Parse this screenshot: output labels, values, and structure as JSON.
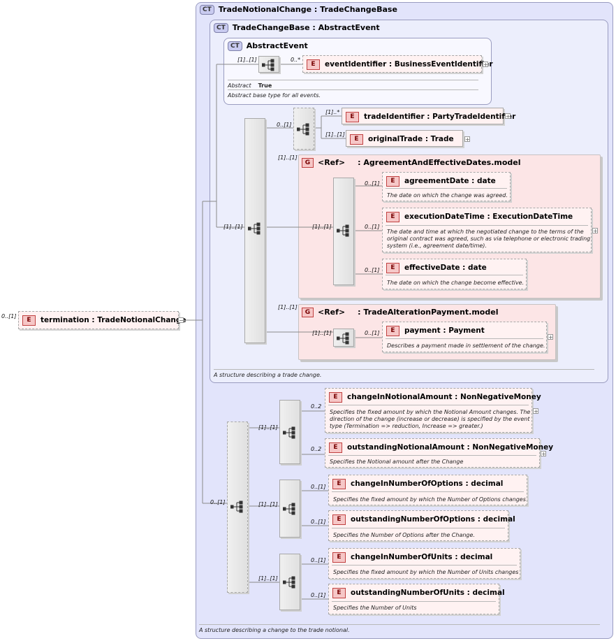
{
  "root": {
    "cardinality": "0..[1]",
    "label": "termination : TradeNotionalChange",
    "collapse_symbol": "−"
  },
  "ct_trade_notional_change": {
    "badge": "CT",
    "title": "TradeNotionalChange : TradeChangeBase",
    "footer": "A structure describing a change to the trade notional."
  },
  "ct_trade_change_base": {
    "badge": "CT",
    "title": "TradeChangeBase : AbstractEvent",
    "footer": "A structure describing a trade change."
  },
  "ct_abstract_event": {
    "badge": "CT",
    "title": "AbstractEvent",
    "seq_cardinality": "[1]..[1]",
    "element_cardinality": "0..*",
    "element_label": "eventIdentifier : BusinessEventIdentifier",
    "attr_name": "Abstract",
    "attr_value": "True",
    "description": "Abstract base type for all events."
  },
  "choice_block": {
    "cardinality": "0..[1]",
    "trade_identifier": {
      "cardinality": "[1]..*",
      "label": "tradeIdentifier : PartyTradeIdentifier"
    },
    "original_trade": {
      "cardinality": "[1]..[1]",
      "label": "originalTrade : Trade"
    }
  },
  "main_seq": {
    "cardinality": "[1]..[1]"
  },
  "group_agreement": {
    "cardinality": "[1]..[1]",
    "badge": "G",
    "ref": "<Ref>",
    "title": ": AgreementAndEffectiveDates.model",
    "seq_cardinality": "[1]..[1]",
    "agreement_date": {
      "cardinality": "0..[1]",
      "label": "agreementDate : date",
      "desc": "The date on which the change was agreed."
    },
    "execution_date_time": {
      "cardinality": "0..[1]",
      "label": "executionDateTime : ExecutionDateTime",
      "desc1": "The date and time at which the negotiated change to the terms of the",
      "desc2": "original contract was agreed, such as via telephone or electronic trading",
      "desc3": "system (i.e., agreement date/time)."
    },
    "effective_date": {
      "cardinality": "0..[1]",
      "label": "effectiveDate : date",
      "desc": "The date on which the change become effective."
    }
  },
  "group_payment": {
    "cardinality": "[1]..[1]",
    "badge": "G",
    "ref": "<Ref>",
    "title": ": TradeAlterationPayment.model",
    "seq_cardinality": "[1]..[1]",
    "payment": {
      "cardinality": "0..[1]",
      "label": "payment : Payment",
      "desc": "Describes a payment made in settlement of the change."
    }
  },
  "notional_choice": {
    "cardinality": "0..[1]",
    "seq1_cardinality": "[1]..[1]",
    "change_in_notional_amount": {
      "cardinality": "0..2",
      "label": "changeInNotionalAmount : NonNegativeMoney",
      "desc1": "Specifies the fixed amount by which the Notional Amount changes. The",
      "desc2": "direction of the change (increase or decrease) is specified by the event",
      "desc3": "type (Termination => reduction, Increase => greater.)"
    },
    "outstanding_notional_amount": {
      "cardinality": "0..2",
      "label": "outstandingNotionalAmount : NonNegativeMoney",
      "desc": "Specifies the Notional amount after the Change"
    },
    "seq2_cardinality": "[1]..[1]",
    "change_in_number_of_options": {
      "cardinality": "0..[1]",
      "label": "changeInNumberOfOptions : decimal",
      "desc": "Specifies the fixed amount by which the Number of Options changes"
    },
    "outstanding_number_of_options": {
      "cardinality": "0..[1]",
      "label": "outstandingNumberOfOptions : decimal",
      "desc": "Specifies the Number of Options after the Change."
    },
    "seq3_cardinality": "[1]..[1]",
    "change_in_number_of_units": {
      "cardinality": "0..[1]",
      "label": "changeInNumberOfUnits : decimal",
      "desc": "Specifies the fixed amount by which the Number of Units changes"
    },
    "outstanding_number_of_units": {
      "cardinality": "0..[1]",
      "label": "outstandingNumberOfUnits : decimal",
      "desc": "Specifies the Number of Units"
    }
  },
  "ui": {
    "expand_symbol": "+",
    "element_badge": "E"
  }
}
